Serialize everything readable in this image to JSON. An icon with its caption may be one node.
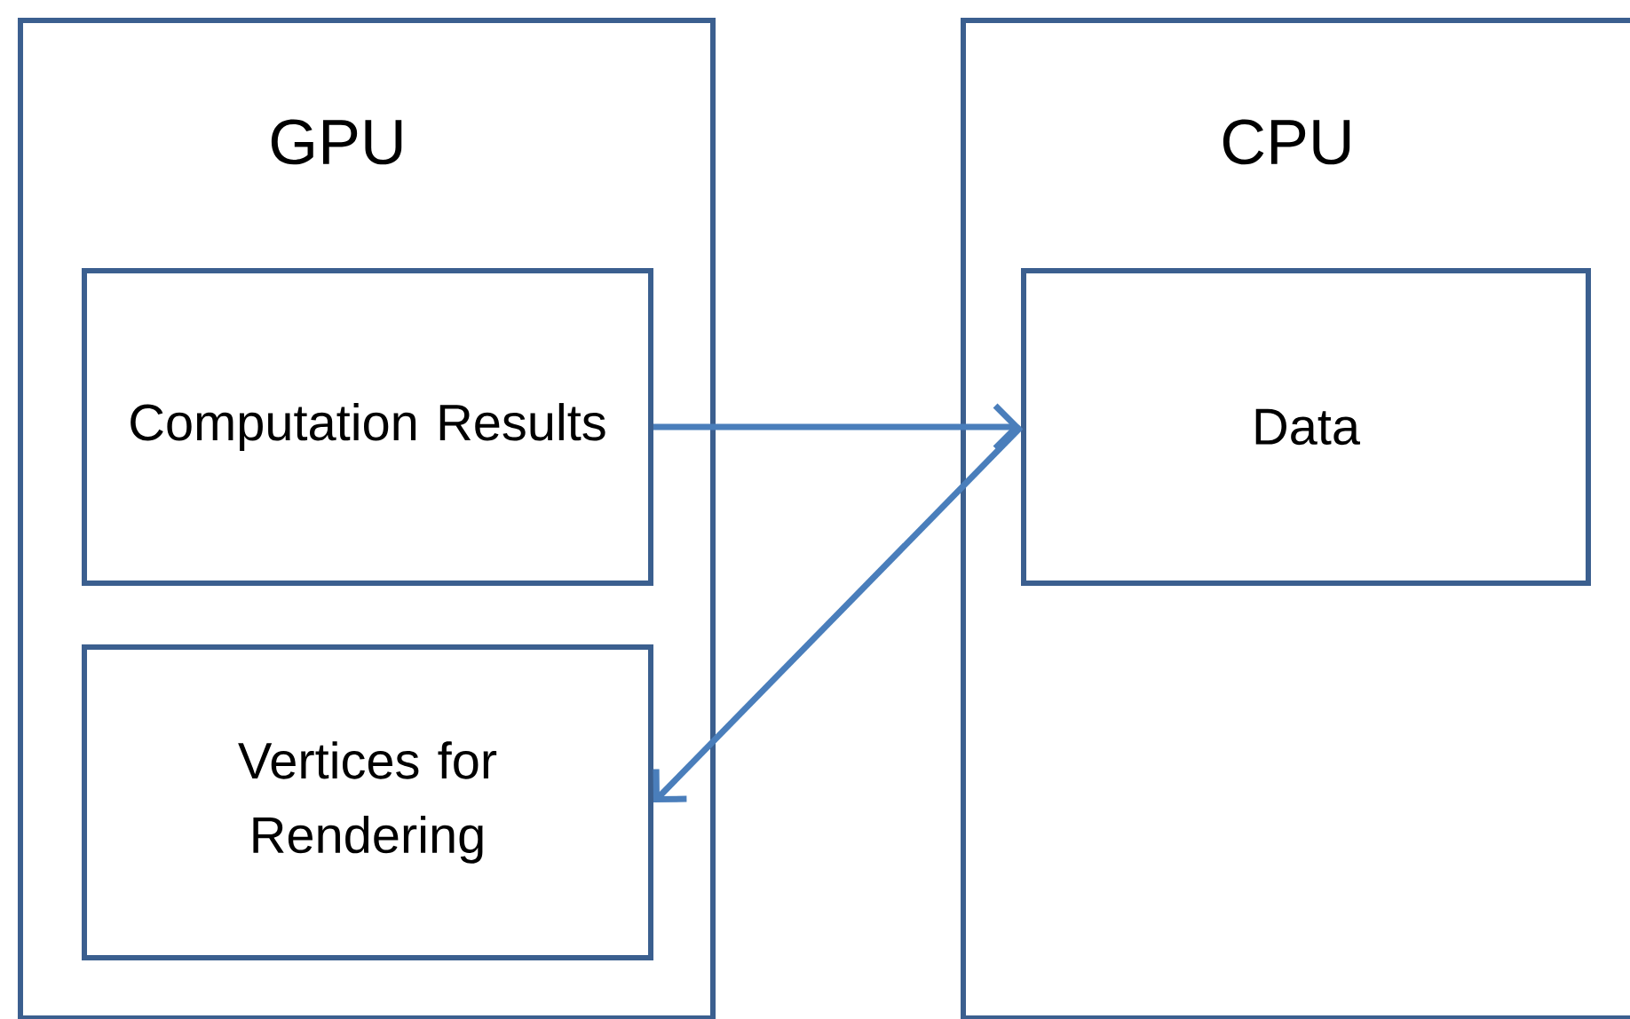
{
  "diagram": {
    "nodes": [
      {
        "text": [
          "GPU"
        ]
      },
      {
        "text": [
          "Computation Results"
        ],
        "in": 0
      },
      {
        "text": [
          "Vertices for Rendering"
        ],
        "in": 0
      },
      {
        "text": [
          "CPU"
        ]
      },
      {
        "text": [
          "Data"
        ],
        "in": 3
      }
    ],
    "edges": [
      {
        "from": 1,
        "to": 4,
        "arrow": "to"
      },
      {
        "from": 4,
        "to": 2,
        "arrow": "to"
      }
    ]
  }
}
